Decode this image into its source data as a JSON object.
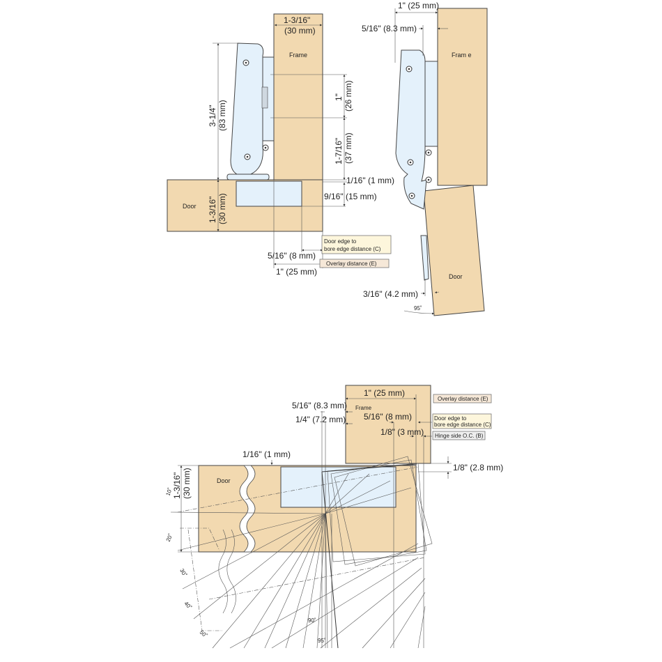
{
  "colors": {
    "wood": "#f2d9b0",
    "metal": "#e4f1fb",
    "callout_yellow": "#fdf6dc",
    "callout_peach": "#f6e8d8",
    "callout_gray": "#eeeeee",
    "line": "#444444"
  },
  "top_left": {
    "frame_label": "Frame",
    "door_label": "Door",
    "frame_width": "1-3/16\"",
    "frame_width_mm": "(30 mm)",
    "hinge_height": "3-1/4\"",
    "hinge_height_mm": "(83 mm)",
    "hole_spacing": "1\"",
    "hole_spacing_mm": "(26 mm)",
    "hole_offset": "1-7/16\"",
    "hole_offset_mm": "(37 mm)",
    "gap": "1/16\" (1 mm)",
    "cup_depth": "9/16\" (15 mm)",
    "door_thickness": "1-3/16\"",
    "door_thickness_mm": "(30 mm)",
    "bore_edge": "5/16\" (8 mm)",
    "overlay": "1\" (25 mm)",
    "callout_c_line1": "Door edge to",
    "callout_c_line2": "bore edge distance (C)",
    "callout_e": "Overlay distance (E)"
  },
  "top_right": {
    "frame_label": "Fram e",
    "door_label": "Door",
    "overlay": "1\" (25 mm)",
    "offset": "5/16\" (8.3 mm)",
    "clearance": "3/16\" (4.2 mm)",
    "angle": "95˚"
  },
  "bottom": {
    "frame_label": "Frame",
    "door_label": "Door",
    "overlay": "1\" (25 mm)",
    "offset_a": "5/16\" (8.3 mm)",
    "offset_b": "1/4\" (7.2 mm)",
    "bore_edge": "5/16\" (8 mm)",
    "hinge_oc": "1/8\" (3 mm)",
    "gap": "1/16\" (1 mm)",
    "reveal": "1/8\" (2.8 mm)",
    "door_thickness": "1-3/16\"",
    "door_thickness_mm": "(30 mm)",
    "callout_e": "Overlay distance (E)",
    "callout_c_line1": "Door edge to",
    "callout_c_line2": "bore edge distance (C)",
    "callout_b": "Hinge side O.C. (B)",
    "angles": [
      "10˚",
      "20˚",
      "30˚",
      "40˚",
      "50˚",
      "90˚",
      "95˚"
    ]
  }
}
